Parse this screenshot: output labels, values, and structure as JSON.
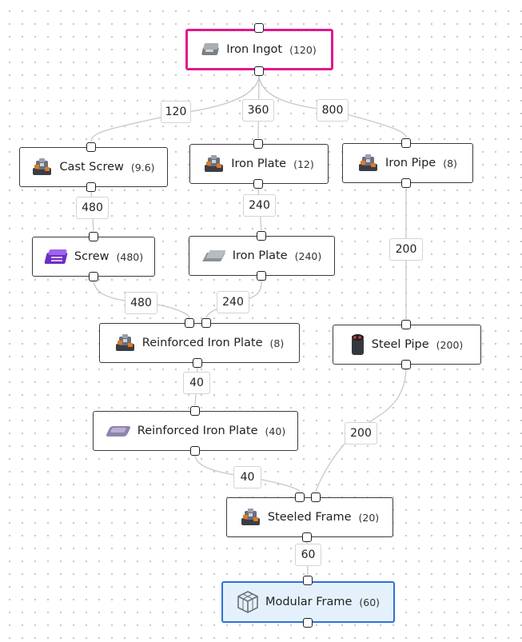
{
  "nodes": {
    "iron_ingot": {
      "name": "Iron Ingot",
      "qty": "(120)",
      "icon": "iron-ingot-icon"
    },
    "cast_screw": {
      "name": "Cast Screw",
      "qty": "(9.6)",
      "icon": "foundry-icon"
    },
    "iron_plate_machine": {
      "name": "Iron Plate",
      "qty": "(12)",
      "icon": "constructor-icon"
    },
    "iron_pipe": {
      "name": "Iron Pipe",
      "qty": "(8)",
      "icon": "constructor-icon"
    },
    "screw": {
      "name": "Screw",
      "qty": "(480)",
      "icon": "screw-icon"
    },
    "iron_plate": {
      "name": "Iron Plate",
      "qty": "(240)",
      "icon": "iron-plate-icon"
    },
    "reinforced_iron_plate_machine": {
      "name": "Reinforced Iron Plate",
      "qty": "(8)",
      "icon": "assembler-icon"
    },
    "steel_pipe": {
      "name": "Steel Pipe",
      "qty": "(200)",
      "icon": "steel-pipe-icon"
    },
    "reinforced_iron_plate": {
      "name": "Reinforced Iron Plate",
      "qty": "(40)",
      "icon": "reinforced-iron-plate-icon"
    },
    "steeled_frame": {
      "name": "Steeled Frame",
      "qty": "(20)",
      "icon": "assembler-icon"
    },
    "modular_frame": {
      "name": "Modular Frame",
      "qty": "(60)",
      "icon": "modular-frame-icon"
    }
  },
  "edges": {
    "ingot_to_cast_screw": "120",
    "ingot_to_iron_plate": "360",
    "ingot_to_iron_pipe": "800",
    "cast_screw_to_screw": "480",
    "iron_plate_machine_to_plate": "240",
    "iron_pipe_to_steel_pipe": "200",
    "screw_to_rip_machine": "480",
    "plate_to_rip_machine": "240",
    "rip_machine_to_rip": "40",
    "rip_to_steeled_frame": "40",
    "steel_pipe_to_steeled_frame": "200",
    "steeled_frame_to_modular_frame": "60"
  },
  "colors": {
    "source_border": "#e0188c",
    "target_border": "#2e6fd6",
    "target_fill": "#e4f1fd",
    "edge": "#c8c8c8"
  }
}
